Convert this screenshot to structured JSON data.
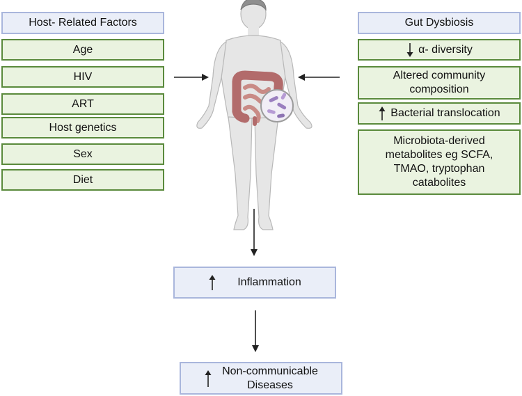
{
  "left_panel": {
    "header": "Host- Related Factors",
    "items": [
      "Age",
      "HIV",
      "ART",
      "Host genetics",
      "Sex",
      "Diet"
    ]
  },
  "right_panel": {
    "header": "Gut Dysbiosis",
    "items": [
      {
        "label": "α- diversity",
        "indicator": "down"
      },
      {
        "label": "Altered community\ncomposition",
        "indicator": "none"
      },
      {
        "label": "Bacterial translocation",
        "indicator": "up"
      },
      {
        "label": "Microbiota-derived\nmetabolites eg SCFA,\nTMAO, tryptophan\ncatabolites",
        "indicator": "none"
      }
    ]
  },
  "outcomes": {
    "inflammation": {
      "label": "Inflammation",
      "indicator": "up"
    },
    "ncd": {
      "label": "Non-communicable\nDiseases",
      "indicator": "up"
    }
  },
  "colors": {
    "header_fill": "#eaeef8",
    "header_border": "#a9b6dc",
    "item_fill": "#eaf3e0",
    "item_border": "#5a8a3c",
    "body_fill": "#e6e6e6",
    "gut": "#b26b6b"
  },
  "icons": [
    "human-body-illustration",
    "intestine-icon",
    "microbe-magnifier-icon",
    "arrow-icon"
  ]
}
